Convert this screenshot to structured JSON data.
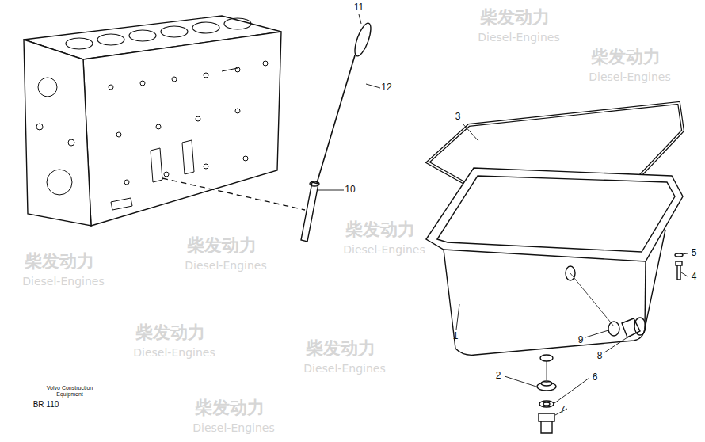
{
  "diagram": {
    "labels": [
      "11",
      "12",
      "10",
      "3",
      "5",
      "4",
      "1",
      "9",
      "8",
      "2",
      "6",
      "7",
      "Volvo Construction Equipment",
      "BR 110",
      "柴发动力",
      "Diesel-Engines",
      "柴发动力",
      "Diesel-Engines",
      "柴发动力",
      "Diesel-Engines",
      "柴发动力",
      "Diesel-Engines",
      "柴发动力",
      "Diesel-Engines",
      "柴发动力",
      "Diesel-Engines",
      "柴发动力",
      "Diesel-Engines",
      "柴发动力",
      "Diesel-Engines"
    ]
  }
}
